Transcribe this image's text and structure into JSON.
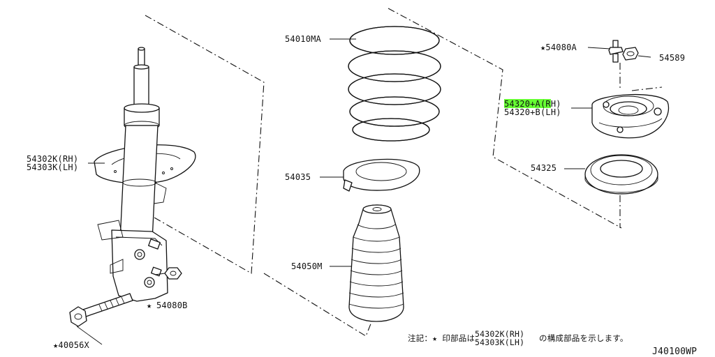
{
  "labels": {
    "strut_rh": "54302K(RH)",
    "strut_lh": "54303K(LH)",
    "spring": "54010MA",
    "seat": "54035",
    "bound_bumper": "54050M",
    "nut_a": "★54080A",
    "nut": "54589",
    "mount_rh": "54320+A(RH)",
    "mount_lh": "54320+B(LH)",
    "bearing": "54325",
    "nut_b": "54080B",
    "bolt": "★40056X"
  },
  "note": {
    "prefix": "注記：★ 印部品は",
    "line1": "54302K(RH)",
    "line2": "54303K(LH)",
    "suffix": "の構成部品を示します。"
  },
  "diagram_code": "J40100WP",
  "colors": {
    "highlight": "#66ff33",
    "ink": "#111111"
  }
}
